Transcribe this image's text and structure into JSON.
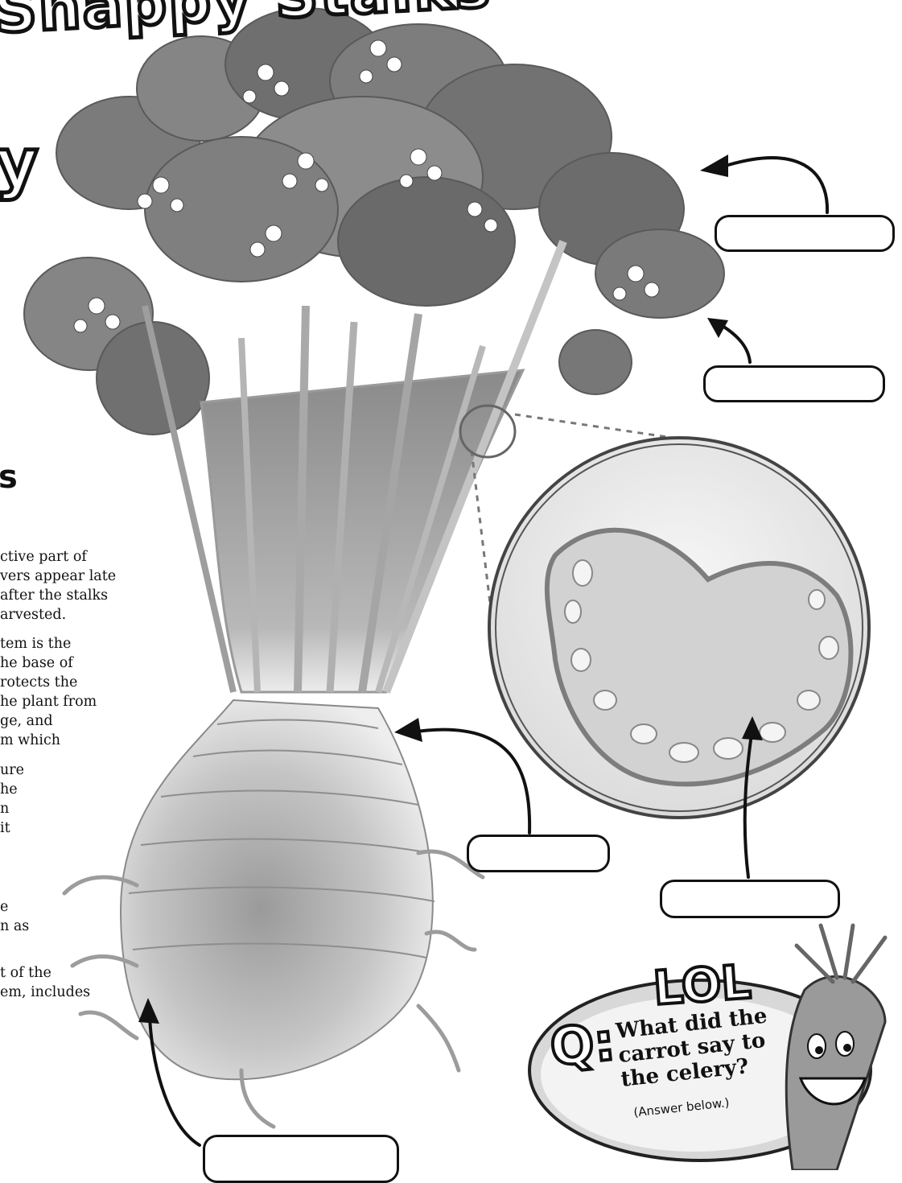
{
  "title_fragment": "Snappy Stalks",
  "decorative_letter": "y",
  "section_fragment": "s",
  "body_paragraphs": [
    "ctive part of",
    "vers appear late",
    "after the stalks",
    "arvested.",
    "tem is the",
    "he base of",
    "rotects the",
    "he plant from",
    "ge, and",
    "m which",
    "ure",
    "he",
    "n",
    "it",
    "e",
    "n as",
    "t of the",
    "em, includes"
  ],
  "lol": {
    "badge": "LOL",
    "q_label": "Q:",
    "question": "What did the carrot say to the celery?",
    "note": "(Answer below.)"
  },
  "label_boxes": [
    "leaves-label",
    "flowers-label",
    "stalk-label",
    "cross-section-label",
    "root-label",
    "roots-label"
  ]
}
